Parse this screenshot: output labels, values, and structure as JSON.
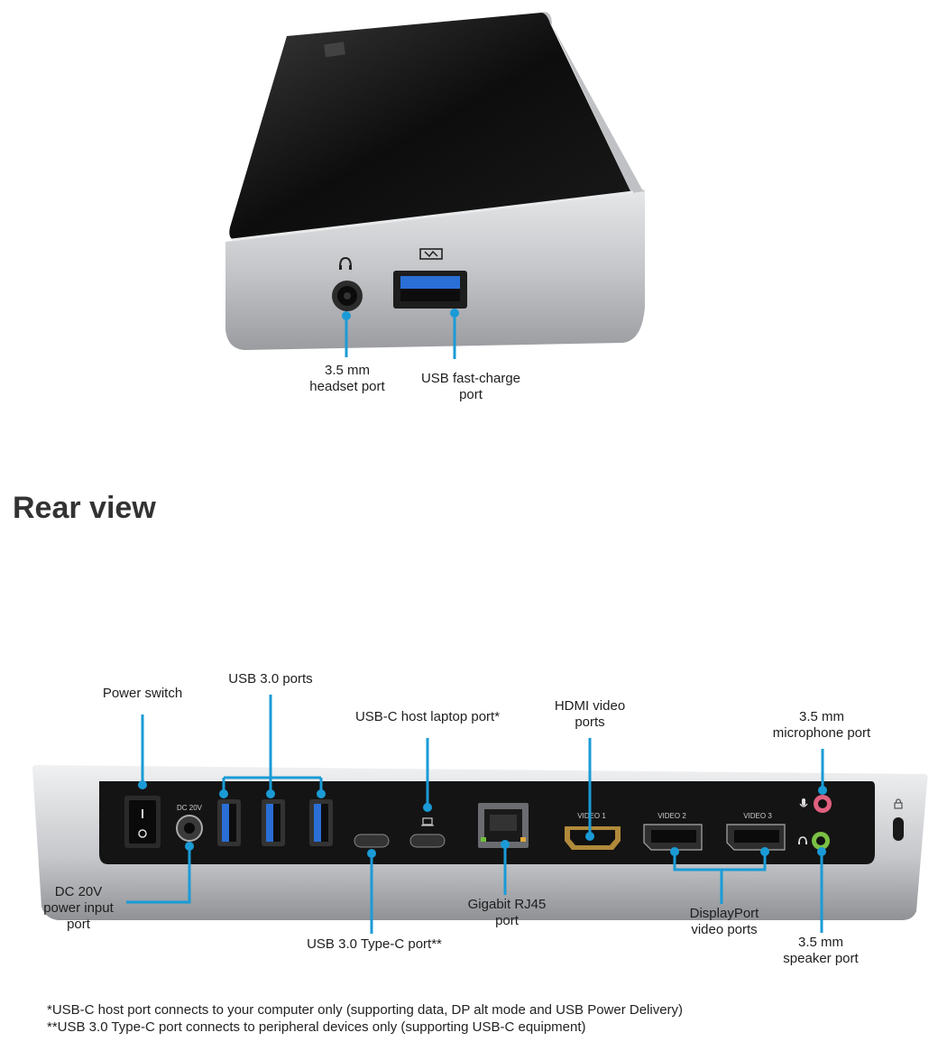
{
  "front_view": {
    "callouts": [
      {
        "id": "headset-port",
        "lines": [
          "3.5 mm",
          "headset port"
        ]
      },
      {
        "id": "usb-fast-charge",
        "lines": [
          "USB fast-charge",
          "port"
        ]
      }
    ]
  },
  "rear_view": {
    "heading": "Rear view",
    "port_markings": {
      "video1": "VIDEO 1",
      "video2": "VIDEO 2",
      "video3": "VIDEO 3",
      "dc": "DC 20V"
    },
    "callouts": [
      {
        "id": "power-switch",
        "lines": [
          "Power switch"
        ]
      },
      {
        "id": "usb30-ports",
        "lines": [
          "USB 3.0 ports"
        ]
      },
      {
        "id": "usbc-host",
        "lines": [
          "USB-C host laptop port*"
        ]
      },
      {
        "id": "hdmi-video",
        "lines": [
          "HDMI video",
          "ports"
        ]
      },
      {
        "id": "mic-port",
        "lines": [
          "3.5 mm",
          "microphone port"
        ]
      },
      {
        "id": "dc-input",
        "lines": [
          "DC 20V",
          "power input",
          "port"
        ]
      },
      {
        "id": "usb30-typec",
        "lines": [
          "USB 3.0 Type-C port**"
        ]
      },
      {
        "id": "rj45",
        "lines": [
          "Gigabit RJ45",
          "port"
        ]
      },
      {
        "id": "displayport",
        "lines": [
          "DisplayPort",
          "video ports"
        ]
      },
      {
        "id": "speaker-port",
        "lines": [
          "3.5 mm",
          "speaker port"
        ]
      }
    ]
  },
  "footnotes": [
    "*USB-C host port connects to your computer only (supporting data, DP alt mode and USB Power Delivery)",
    "**USB 3.0 Type-C port connects to peripheral devices only (supporting USB-C equipment)"
  ],
  "colors": {
    "callout": "#1a9bd6",
    "usb_blue": "#2a6fd6",
    "dock_silver": "#c9cbce",
    "panel_black": "#141414",
    "mic_pink": "#e0607e",
    "speaker_green": "#7bc043"
  }
}
